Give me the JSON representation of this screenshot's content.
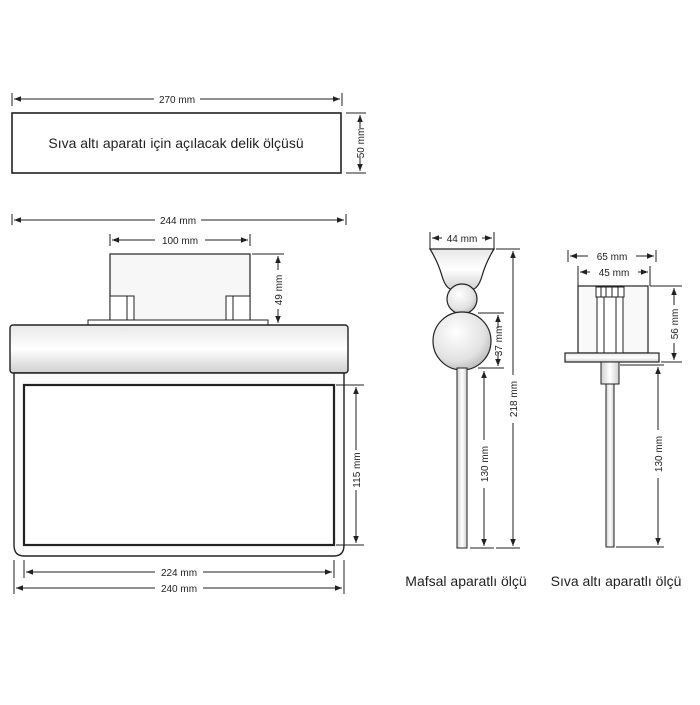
{
  "cutout": {
    "label": "Sıva altı aparatı için açılacak delik ölçüsü",
    "width": "270 mm",
    "height": "50 mm"
  },
  "front_view": {
    "top_width": "244 mm",
    "box_width": "100 mm",
    "box_height": "49 mm",
    "panel_height": "115 mm",
    "inner_width": "224 mm",
    "bottom_width": "240 mm"
  },
  "mafsal_view": {
    "top_width": "44 mm",
    "ball_height": "37 mm",
    "stem_length": "130 mm",
    "total_height": "218 mm",
    "caption": "Mafsal aparatlı ölçü"
  },
  "siva_view": {
    "outer_width": "65 mm",
    "inner_width": "45 mm",
    "height": "56 mm",
    "stem_length": "130 mm",
    "caption": "Sıva altı aparatlı ölçü"
  }
}
